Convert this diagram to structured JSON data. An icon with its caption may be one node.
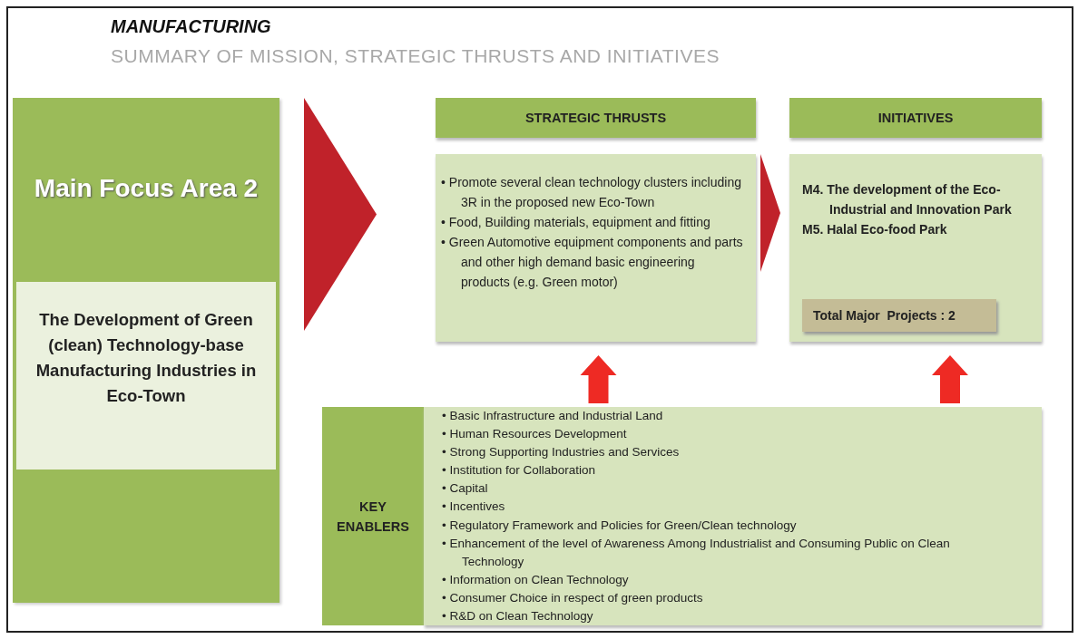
{
  "diagram": {
    "title": "MANUFACTURING",
    "nodes": [
      {
        "text": [
          "Main Focus Area 2"
        ]
      },
      {
        "text": [
          "The Development of Green (clean) Technology-base Manufacturing Industries in Eco-Town"
        ],
        "in": 0
      },
      {
        "text": [
          "STRATEGIC THRUSTS"
        ]
      },
      {
        "text": [
          "• Promote several clean technology clusters including 3R in the proposed new Eco-Town",
          "• Food, Building materials, equipment and fitting",
          "• Green Automotive equipment components and parts and other high demand basic engineering products (e.g. Green motor)"
        ]
      },
      {
        "text": [
          "INITIATIVES"
        ]
      },
      {
        "text": [
          "M4. The development of the Eco-Industrial and Innovation Park",
          "M5. Halal Eco-food Park"
        ]
      },
      {
        "text": [
          "Total Major  Projects : 2"
        ],
        "in": 5
      },
      {
        "text": [
          "KEY ENABLERS"
        ]
      },
      {
        "text": [
          "• Basic Infrastructure and Industrial Land",
          "• Human Resources Development",
          "• Strong Supporting Industries and Services",
          "• Institution for Collaboration",
          "• Capital",
          "• Incentives",
          "• Regulatory Framework and Policies for Green/Clean technology",
          "• Enhancement of the level of Awareness Among Industrialist and Consuming Public on Clean Technology",
          "• Information on Clean Technology",
          "• Consumer Choice in respect of green products",
          "• R&D on Clean Technology"
        ]
      }
    ],
    "edges": [
      {
        "from": 0,
        "to": 3,
        "arrow": "to",
        "style": "thick",
        "color": "#c0222a"
      },
      {
        "from": 3,
        "to": 5,
        "arrow": "to",
        "style": "thick",
        "color": "#c0222a"
      },
      {
        "from": 8,
        "to": 3,
        "arrow": "to",
        "style": "thick",
        "color": "#ee2a24"
      },
      {
        "from": 8,
        "to": 5,
        "arrow": "to",
        "style": "thick",
        "color": "#ee2a24"
      }
    ],
    "labels": [
      "SUMMARY OF MISSION, STRATEGIC THRUSTS AND INITIATIVES"
    ]
  }
}
